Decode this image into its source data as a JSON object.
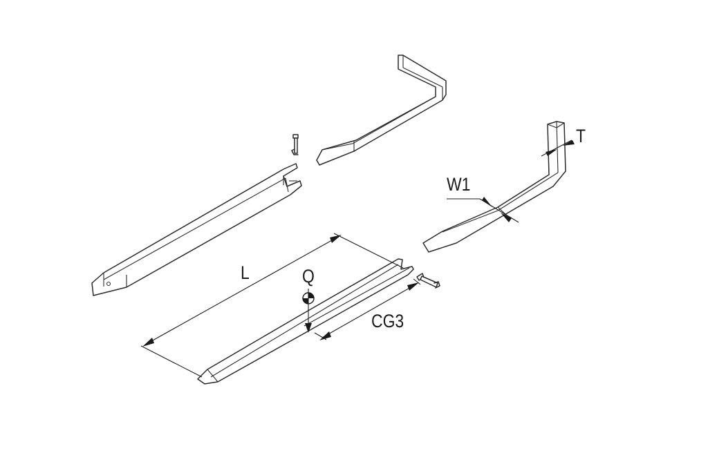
{
  "labels": {
    "length": "L",
    "load": "Q",
    "load_center": "CG3",
    "width": "W1",
    "thickness": "T"
  },
  "colors": {
    "line": "#2a2a2a",
    "background": "#ffffff"
  }
}
